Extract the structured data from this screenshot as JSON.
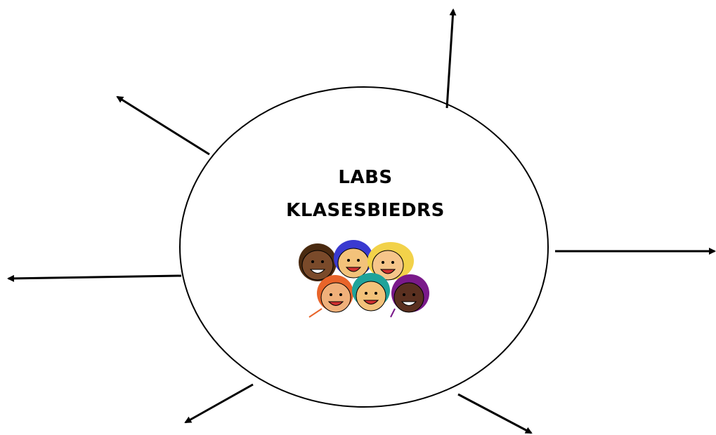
{
  "center": {
    "title_line1": "LABS",
    "title_line2": "KLASESBIEDRS"
  },
  "illustration": {
    "name": "group-of-smiling-children",
    "face_colors": [
      "#7a4a2a",
      "#f3c27a",
      "#f6c58a",
      "#f0b07a",
      "#f3c27a",
      "#5a3020"
    ],
    "hair_colors": [
      "#4a2a10",
      "#3a3ad0",
      "#f2d24a",
      "#e8642a",
      "#1fa39a",
      "#7a1a8a"
    ]
  },
  "colors": {
    "stroke": "#000000",
    "background": "#ffffff"
  },
  "arrows": [
    {
      "direction": "up"
    },
    {
      "direction": "up-left"
    },
    {
      "direction": "left"
    },
    {
      "direction": "down-left"
    },
    {
      "direction": "down-right"
    },
    {
      "direction": "right"
    }
  ]
}
